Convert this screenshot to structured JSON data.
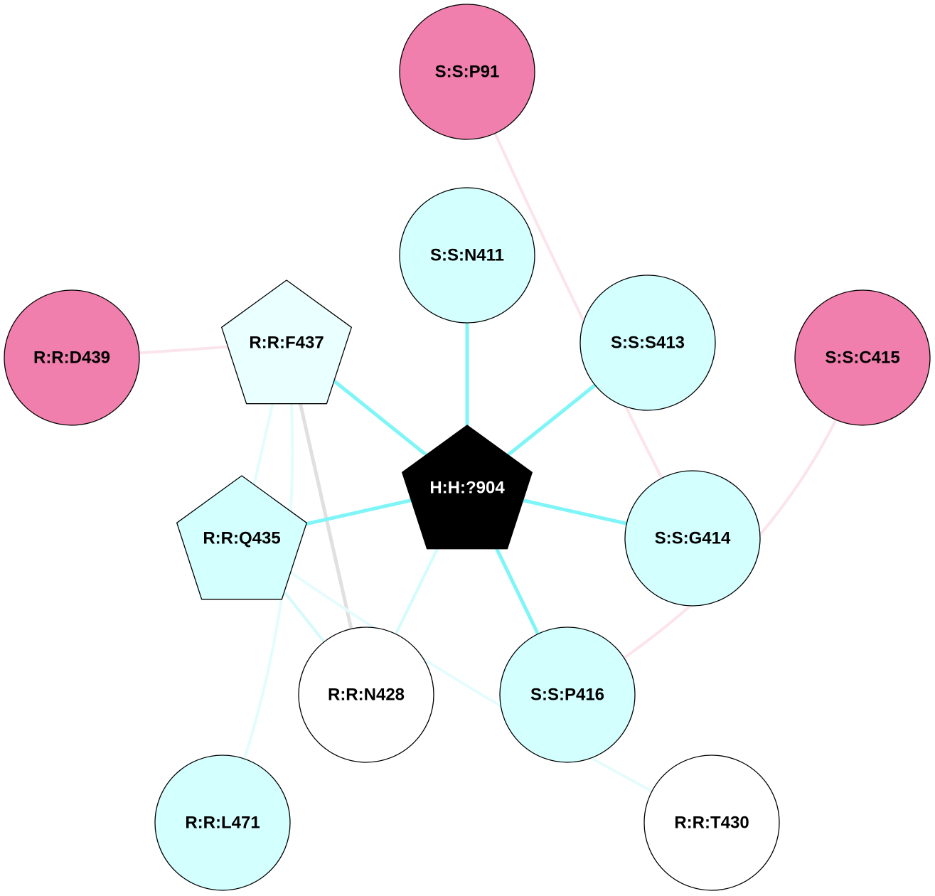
{
  "nodes": [
    {
      "id": "S:S:P91",
      "label": "S:S:P91",
      "shape": "circle",
      "fill": "#f07fad",
      "text_color": "#000000"
    },
    {
      "id": "S:S:N411",
      "label": "S:S:N411",
      "shape": "circle",
      "fill": "#d4ffff",
      "text_color": "#000000"
    },
    {
      "id": "S:S:S413",
      "label": "S:S:S413",
      "shape": "circle",
      "fill": "#d4ffff",
      "text_color": "#000000"
    },
    {
      "id": "S:S:C415",
      "label": "S:S:C415",
      "shape": "circle",
      "fill": "#f07fad",
      "text_color": "#000000"
    },
    {
      "id": "R:R:D439",
      "label": "R:R:D439",
      "shape": "circle",
      "fill": "#f07fad",
      "text_color": "#000000"
    },
    {
      "id": "R:R:F437",
      "label": "R:R:F437",
      "shape": "pentagon",
      "fill": "#eaffff",
      "text_color": "#000000"
    },
    {
      "id": "H:H:?904",
      "label": "H:H:?904",
      "shape": "pentagon",
      "fill": "#000000",
      "text_color": "#ffffff"
    },
    {
      "id": "S:S:G414",
      "label": "S:S:G414",
      "shape": "circle",
      "fill": "#d4ffff",
      "text_color": "#000000"
    },
    {
      "id": "R:R:Q435",
      "label": "R:R:Q435",
      "shape": "pentagon",
      "fill": "#d4ffff",
      "text_color": "#000000"
    },
    {
      "id": "R:R:N428",
      "label": "R:R:N428",
      "shape": "circle",
      "fill": "#ffffff",
      "text_color": "#000000"
    },
    {
      "id": "S:S:P416",
      "label": "S:S:P416",
      "shape": "circle",
      "fill": "#d4ffff",
      "text_color": "#000000"
    },
    {
      "id": "R:R:L471",
      "label": "R:R:L471",
      "shape": "circle",
      "fill": "#d4ffff",
      "text_color": "#000000"
    },
    {
      "id": "R:R:T430",
      "label": "R:R:T430",
      "shape": "circle",
      "fill": "#ffffff",
      "text_color": "#000000"
    }
  ],
  "edges": [
    {
      "source": "S:S:P91",
      "target": "S:S:G414",
      "color": "#fce4ec",
      "weight": "light"
    },
    {
      "source": "S:S:C415",
      "target": "S:S:P416",
      "color": "#fce4ec",
      "weight": "light"
    },
    {
      "source": "R:R:D439",
      "target": "R:R:F437",
      "color": "#fce4ec",
      "weight": "light"
    },
    {
      "source": "R:R:F437",
      "target": "R:R:Q435",
      "color": "#e3fcfc",
      "weight": "light"
    },
    {
      "source": "R:R:F437",
      "target": "R:R:N428",
      "color": "#e0e0e0",
      "weight": "medium"
    },
    {
      "source": "R:R:F437",
      "target": "R:R:L471",
      "color": "#e3fcfc",
      "weight": "light"
    },
    {
      "source": "R:R:Q435",
      "target": "R:R:N428",
      "color": "#d6fafa",
      "weight": "light"
    },
    {
      "source": "R:R:Q435",
      "target": "R:R:T430",
      "color": "#e6fcfc",
      "weight": "light"
    },
    {
      "source": "H:H:?904",
      "target": "R:R:N428",
      "color": "#d4fcfc",
      "weight": "light"
    },
    {
      "source": "H:H:?904",
      "target": "S:S:N411",
      "color": "#7ff5f7",
      "weight": "heavy"
    },
    {
      "source": "H:H:?904",
      "target": "S:S:S413",
      "color": "#7ff5f7",
      "weight": "heavy"
    },
    {
      "source": "H:H:?904",
      "target": "S:S:G414",
      "color": "#7ff5f7",
      "weight": "heavy"
    },
    {
      "source": "H:H:?904",
      "target": "S:S:P416",
      "color": "#7ff5f7",
      "weight": "heavy"
    },
    {
      "source": "H:H:?904",
      "target": "R:R:F437",
      "color": "#7ff5f7",
      "weight": "heavy"
    },
    {
      "source": "H:H:?904",
      "target": "R:R:Q435",
      "color": "#7ff5f7",
      "weight": "heavy"
    }
  ]
}
